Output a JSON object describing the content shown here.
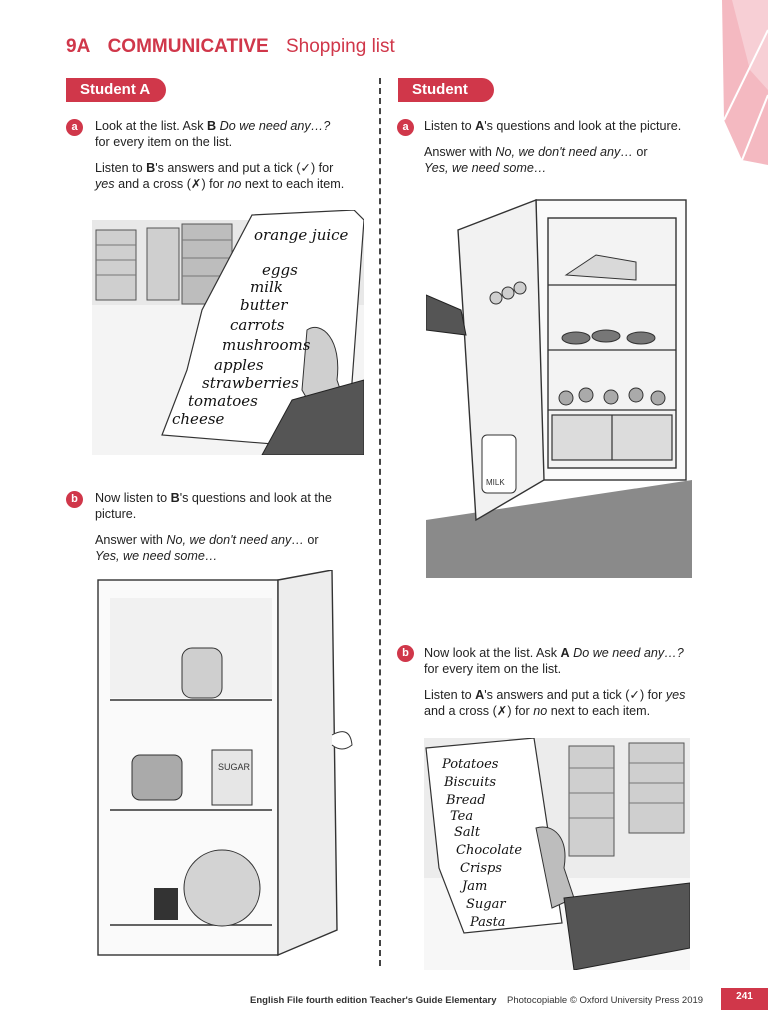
{
  "header": {
    "code": "9A",
    "category": "COMMUNICATIVE",
    "subtitle": "Shopping list"
  },
  "student_a": {
    "label": "Student A",
    "a": {
      "marker": "a",
      "p1_pre": "Look at the list. Ask ",
      "p1_bold": "B",
      "p1_italic": " Do we need any…?",
      "p1_post": "for every item on the list.",
      "p2_pre": "Listen to ",
      "p2_bold": "B",
      "p2_mid": "'s answers and put a tick (✓) for",
      "p2_yes": "yes",
      "p2_mid2": " and a cross (✗) for ",
      "p2_no": "no",
      "p2_post": " next to each item."
    },
    "b": {
      "marker": "b",
      "p1_pre": "Now listen to ",
      "p1_bold": "B",
      "p1_post": "'s questions and look at the picture.",
      "p2_pre": "Answer with ",
      "p2_italic1": "No, we don't need any…",
      "p2_mid": " or",
      "p2_italic2": "Yes, we need some…"
    },
    "shopping_list": [
      "orange juice",
      "eggs",
      "milk",
      "butter",
      "carrots",
      "mushrooms",
      "apples",
      "strawberries",
      "tomatoes",
      "cheese"
    ],
    "cupboard_label": "SUGAR"
  },
  "student_b": {
    "label": "Student B",
    "a": {
      "marker": "a",
      "p1_pre": "Listen to ",
      "p1_bold": "A",
      "p1_post": "'s questions and look at the picture.",
      "p2_pre": "Answer with ",
      "p2_italic1": "No, we don't need any…",
      "p2_mid": " or",
      "p2_italic2": "Yes, we need some…"
    },
    "b": {
      "marker": "b",
      "p1_pre": "Now look at the list. Ask ",
      "p1_bold": "A",
      "p1_italic": " Do we need any…?",
      "p1_post": "for every item on the list.",
      "p2_pre": "Listen to ",
      "p2_bold": "A",
      "p2_mid": "'s answers and put a tick (✓) for ",
      "p2_yes": "yes",
      "p2_mid2": "and a cross (✗) for ",
      "p2_no": "no",
      "p2_post": " next to each item."
    },
    "shopping_list": [
      "Potatoes",
      "Biscuits",
      "Bread",
      "Tea",
      "Salt",
      "Chocolate",
      "Crisps",
      "Jam",
      "Sugar",
      "Pasta"
    ],
    "fridge_label": "MILK"
  },
  "footer": {
    "book": "English File fourth edition Teacher's Guide Elementary",
    "copyright": "Photocopiable © Oxford University Press 2019",
    "page": "241"
  },
  "colors": {
    "accent": "#d0374a",
    "corner": "#f4b9c1"
  }
}
